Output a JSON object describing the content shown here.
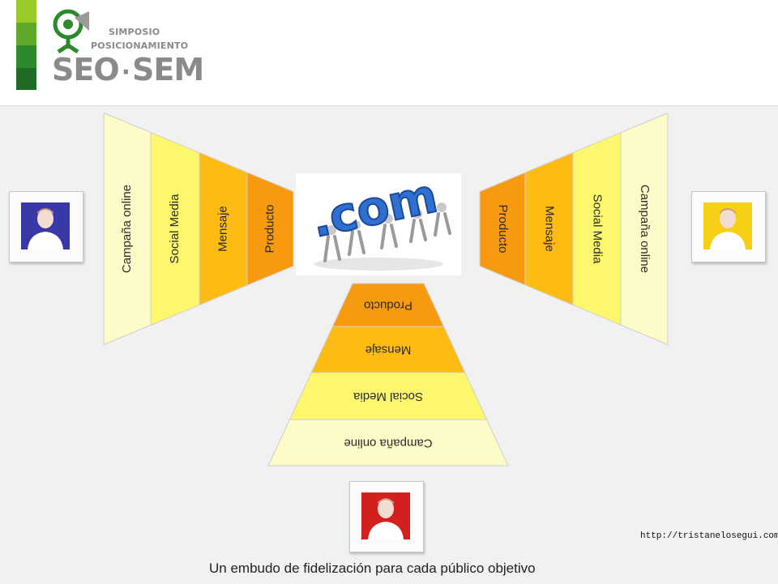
{
  "header": {
    "logo": {
      "line1": "SIMPOSIO",
      "line2": "POSICIONAMIENTO",
      "word1": "SEO",
      "separator": "·",
      "word2": "SEM"
    },
    "side_bar_colors": [
      "#9ac92a",
      "#5fa828",
      "#2d8a2c",
      "#1f6b25"
    ]
  },
  "funnel_stages": [
    "Producto",
    "Mensaje",
    "Social Media",
    "Campaña online"
  ],
  "stage_colors": [
    "#f89a10",
    "#fdbb13",
    "#fdf76e",
    "#fdfbc7"
  ],
  "left_avatar": {
    "icon": "person-avatar-icon",
    "bg": "#3838a8"
  },
  "right_avatar": {
    "icon": "person-avatar-icon",
    "bg": "#f7cf16"
  },
  "bottom_avatar": {
    "icon": "person-avatar-icon",
    "bg": "#d41f1f"
  },
  "center_image": {
    "text": ".com",
    "color": "#2f6fd0"
  },
  "url": "http://tristanelosegui.com",
  "caption": "Un embudo de fidelización para cada público objetivo"
}
